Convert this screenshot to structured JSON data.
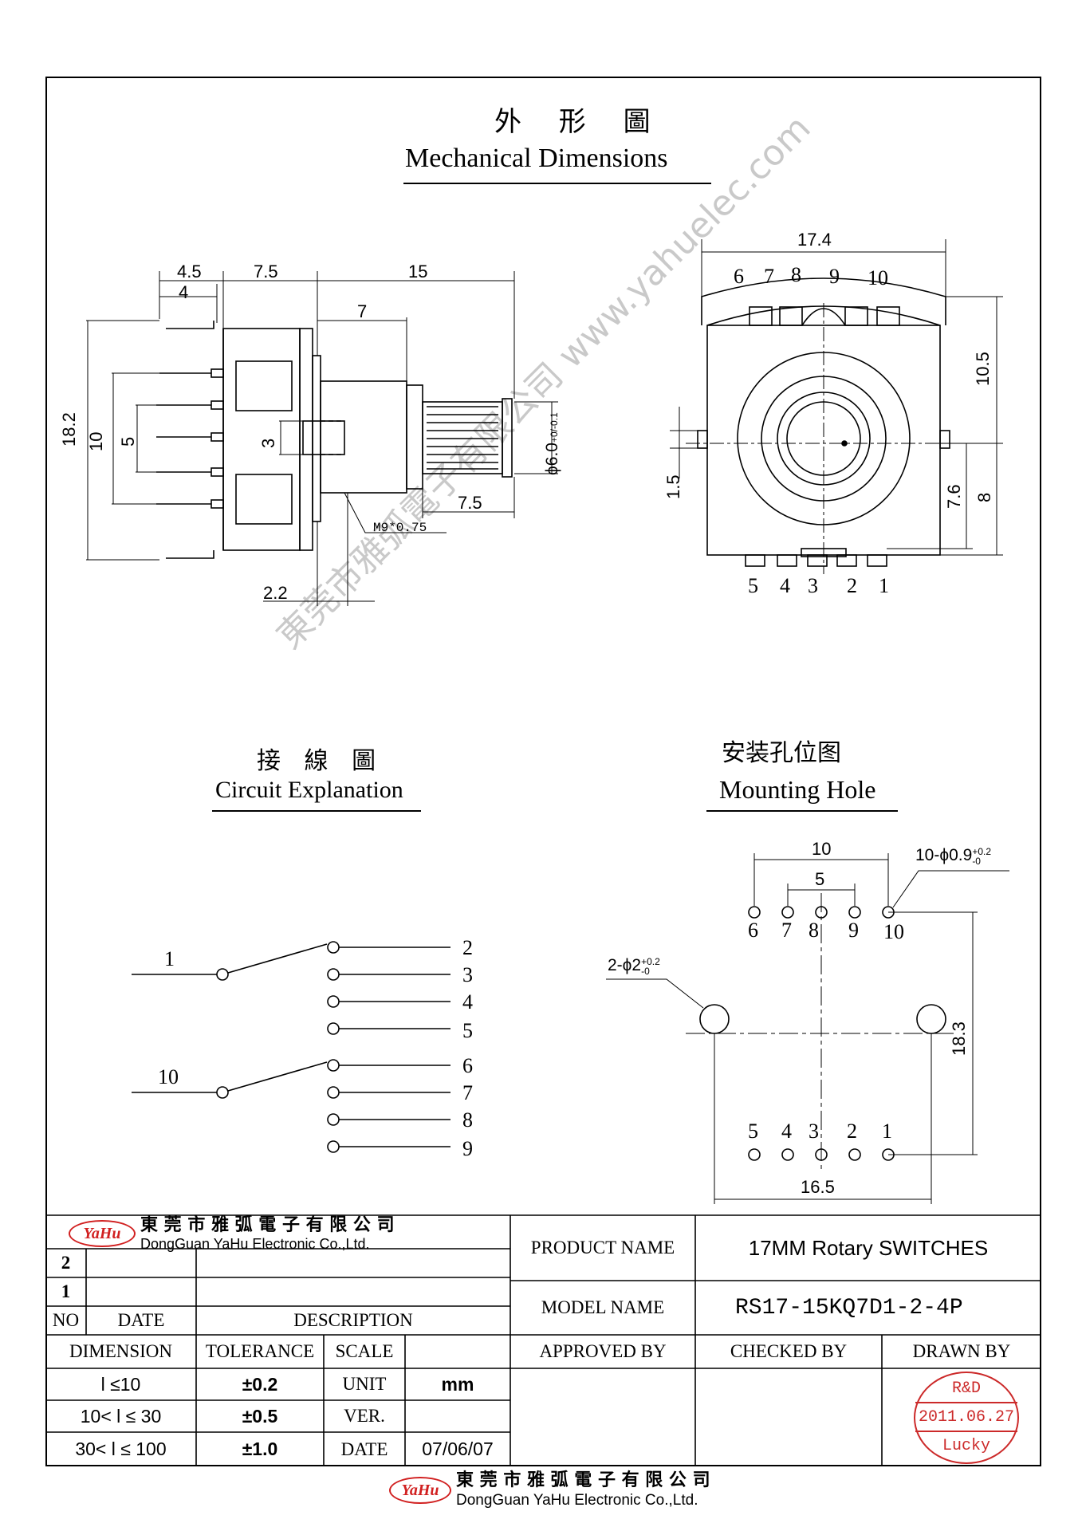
{
  "titles": {
    "mechanical_cn": "外 形 圖",
    "mechanical_en": "Mechanical Dimensions",
    "circuit_cn": "接 線 圖",
    "circuit_en": "Circuit Explanation",
    "mounting_cn": "安装孔位图",
    "mounting_en": "Mounting Hole"
  },
  "watermark": "東莞市雅弧電子有限公司  www.yahuelec.com",
  "side_view": {
    "dims": [
      "4.5",
      "4",
      "7.5",
      "15",
      "7",
      "18.2",
      "10",
      "5",
      "3",
      "7.5",
      "2.2"
    ],
    "shaft_dia": "ϕ6.0",
    "shaft_tol_top": "+0",
    "shaft_tol_bot": "-0.1",
    "thread": "M9*0.75"
  },
  "front_view": {
    "width_dim": "17.4",
    "top_pins": [
      "6",
      "7",
      "8",
      "9",
      "10"
    ],
    "bottom_pins": [
      "5",
      "4",
      "3",
      "2",
      "1"
    ],
    "dims": [
      "10.5",
      "1.5",
      "7.6",
      "8"
    ]
  },
  "circuit": {
    "common_a": "1",
    "common_b": "10",
    "contacts_a": [
      "2",
      "3",
      "4",
      "5"
    ],
    "contacts_b": [
      "6",
      "7",
      "8",
      "9"
    ]
  },
  "mounting": {
    "top_dim": "10",
    "inner_dim": "5",
    "hole_label": "10-ϕ0.9",
    "hole_tol_top": "+0.2",
    "hole_tol_bot": "-0",
    "big_hole_label": "2-ϕ2",
    "big_tol_top": "+0.2",
    "big_tol_bot": "-0",
    "top_pins": [
      "6",
      "7",
      "8",
      "9",
      "10"
    ],
    "bottom_pins": [
      "5",
      "4",
      "3",
      "2",
      "1"
    ],
    "height_dim": "18.3",
    "width_dim": "16.5"
  },
  "title_block": {
    "logo_text": "YaHu",
    "company_cn": "東 莞 市 雅 弧 電 子 有 限 公 司",
    "company_en": "DongGuan YaHu Electronic Co.,Ltd.",
    "rev_rows": [
      "2",
      "1"
    ],
    "col_no": "NO",
    "col_date": "DATE",
    "col_desc": "DESCRIPTION",
    "dimension_label": "DIMENSION",
    "tolerance_label": "TOLERANCE",
    "scale_label": "SCALE",
    "tol_rows": [
      {
        "dim": "l ≤10",
        "tol": "±0.2",
        "k": "UNIT",
        "v": "mm"
      },
      {
        "dim": "10< l ≤ 30",
        "tol": "±0.5",
        "k": "VER.",
        "v": ""
      },
      {
        "dim": "30< l ≤ 100",
        "tol": "±1.0",
        "k": "DATE",
        "v": "07/06/07"
      }
    ],
    "product_name_label": "PRODUCT NAME",
    "product_name": "17MM Rotary SWITCHES",
    "model_name_label": "MODEL  NAME",
    "model_name": "RS17-15KQ7D1-2-4P",
    "approved_by": "APPROVED  BY",
    "checked_by": "CHECKED  BY",
    "drawn_by": "DRAWN  BY",
    "stamp": {
      "top": "R&D",
      "date": "2011.06.27",
      "name": "Lucky"
    }
  },
  "footer": {
    "logo_text": "YaHu",
    "company_cn": "東 莞 市 雅 弧 電 子 有 限 公 司",
    "company_en": "DongGuan YaHu Electronic Co.,Ltd."
  },
  "colors": {
    "ink": "#000000",
    "stamp": "#cc2a2a",
    "logo_red": "#d12020",
    "watermark": "#c9c9c9"
  }
}
